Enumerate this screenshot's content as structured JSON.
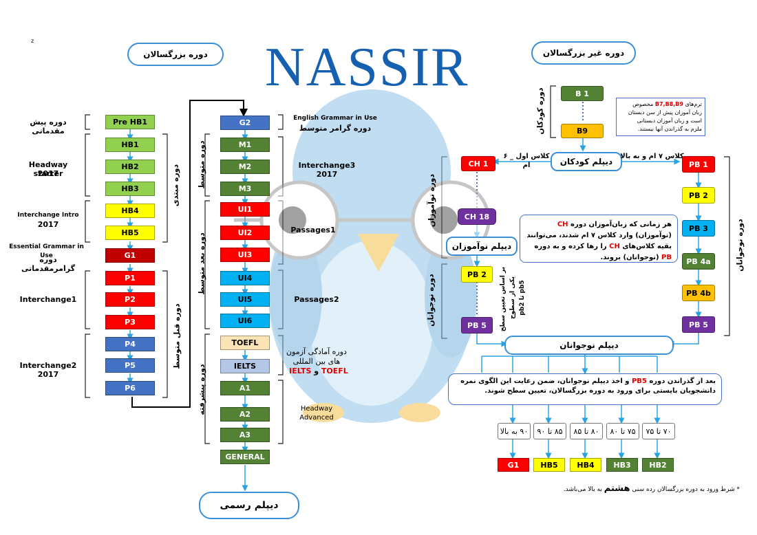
{
  "brand": {
    "logo": "NASSIR",
    "tiny_mark": "z"
  },
  "headers": {
    "adult": "دوره بزرگسالان",
    "non_adult": "دوره غیر بزرگسالان",
    "formal_diploma": "دیپلم رسمی"
  },
  "adult_col1": [
    {
      "label": "Pre HB1",
      "color": "g"
    },
    {
      "label": "HB1",
      "color": "g"
    },
    {
      "label": "HB2",
      "color": "g"
    },
    {
      "label": "HB3",
      "color": "g"
    },
    {
      "label": "HB4",
      "color": "y"
    },
    {
      "label": "HB5",
      "color": "y"
    },
    {
      "label": "G1",
      "color": "dr"
    },
    {
      "label": "P1",
      "color": "r"
    },
    {
      "label": "P2",
      "color": "r"
    },
    {
      "label": "P3",
      "color": "r"
    },
    {
      "label": "P4",
      "color": "b"
    },
    {
      "label": "P5",
      "color": "b"
    },
    {
      "label": "P6",
      "color": "b"
    }
  ],
  "adult_col1_labels": {
    "pre": "دوره پیش مقدماتی",
    "hw": "Headway starter",
    "hw_year": "2017",
    "ii": "Interchange Intro",
    "ii_year": "2017",
    "egu": "Essential Grammar in Use",
    "grammar_intro": "دوره گرامرمقدماتی",
    "ic1": "Interchange1",
    "ic2": "Interchange2",
    "ic2_year": "2017",
    "group_intro": "دوره مبتدی",
    "group_pre_int": "دوره قبل متوسط"
  },
  "adult_col2": [
    {
      "label": "G2",
      "color": "b"
    },
    {
      "label": "M1",
      "color": "dg"
    },
    {
      "label": "M2",
      "color": "dg"
    },
    {
      "label": "M3",
      "color": "dg"
    },
    {
      "label": "UI1",
      "color": "r"
    },
    {
      "label": "UI2",
      "color": "r"
    },
    {
      "label": "UI3",
      "color": "r"
    },
    {
      "label": "UI4",
      "color": "lb"
    },
    {
      "label": "UI5",
      "color": "lb"
    },
    {
      "label": "UI6",
      "color": "lb"
    },
    {
      "label": "TOEFL",
      "color": "tan"
    },
    {
      "label": "IELTS",
      "color": "sb"
    },
    {
      "label": "A1",
      "color": "dg"
    },
    {
      "label": "A2",
      "color": "dg"
    },
    {
      "label": "A3",
      "color": "dg"
    },
    {
      "label": "GENERAL",
      "color": "dg"
    }
  ],
  "adult_col2_labels": {
    "egu": "English Grammar in Use",
    "grammar_mid": "دوره گرامر متوسط",
    "ic3": "Interchange3",
    "ic3_year": "2017",
    "passages1": "Passages1",
    "passages2": "Passages2",
    "exam_prep_1": "دوره آمادگی آزمون",
    "exam_prep_2": "های بین المللی",
    "ielts": "IELTS",
    "and": "و",
    "toefl": "TOEFL",
    "headway": "Headway",
    "advanced": "Advanced",
    "group_mid": "دوره متوسط",
    "group_upper": "دوره بعد متوسط",
    "group_adv": "دوره پیشرفته"
  },
  "kids": {
    "b1": "B 1",
    "b9": "B9",
    "group": "دوره کودکان",
    "note_terms": "ترم‌های",
    "note_codes": "B7,B8,B9",
    "note_rest1": "مخصوص",
    "note_line2": "زبان آموزان پیش از سن دبستان",
    "note_line3": "است و زبان آموزان دبستانی",
    "note_line4": "ملزم به گذراندن آنها نیستند.",
    "diploma": "دیپلم کودکان"
  },
  "young": {
    "from_grades_1_6": "کلاس اول _ ۶ ام",
    "from_grade_7": "کلاس ۷ ام و به بالا",
    "ch1": "CH 1",
    "ch18": "CH 18",
    "group": "دوره نوآموزان",
    "diploma": "دیپلم نوآموزان",
    "pb2": "PB 2",
    "pb5": "PB 5",
    "placement": "بر اساس تعیین سطح",
    "placement2": "یکی از سطوح",
    "placement3": "pb2 تا pb5",
    "group_teen": "دوره نوجوانان",
    "note_l1": "هر زمانی که زبان‌آموزان دوره",
    "note_ch": "CH",
    "note_l1b": "(نوآموزان)",
    "note_l2": "وارد کلاس ۷ ام شدند، می‌توانند بقیه کلاس‌های",
    "note_ch2": "CH",
    "note_l3": "را رها کرده و به دوره",
    "note_pb": "PB",
    "note_l3b": "(نوجوانان) بروند."
  },
  "teen": [
    {
      "label": "PB 1",
      "color": "r"
    },
    {
      "label": "PB 2",
      "color": "y"
    },
    {
      "label": "PB 3",
      "color": "lb"
    },
    {
      "label": "PB 4a",
      "color": "dg"
    },
    {
      "label": "PB 4b",
      "color": "or"
    },
    {
      "label": "PB 5",
      "color": "pu"
    }
  ],
  "teen_labels": {
    "group": "دوره نوجوانان",
    "diploma": "دیپلم نوجوانان"
  },
  "teen_note": {
    "p1": "بعد از گذراندن دوره",
    "pb5": "PB5",
    "p2": "و اخذ دیپلم نوجوانان، ضمن رعایت این الگوی نمره دانشجویان بایستی برای",
    "p3": "ورود به دوره بزرگسالان، تعیین سطح شوند."
  },
  "scores": [
    {
      "range": "۹۰ به بالا",
      "target": "G1",
      "color": "r"
    },
    {
      "range": "۸۵ تا ۹۰",
      "target": "HB5",
      "color": "y"
    },
    {
      "range": "۸۰ تا ۸۵",
      "target": "HB4",
      "color": "y"
    },
    {
      "range": "۷۵ تا ۸۰",
      "target": "HB3",
      "color": "dg"
    },
    {
      "range": "۷۰ تا ۷۵",
      "target": "HB2",
      "color": "dg"
    }
  ],
  "footnote": {
    "a": "* شرط ورود به دوره بزرگسالان رده سنی",
    "b": "هشتم",
    "c": "به بالا می‌باشد."
  }
}
